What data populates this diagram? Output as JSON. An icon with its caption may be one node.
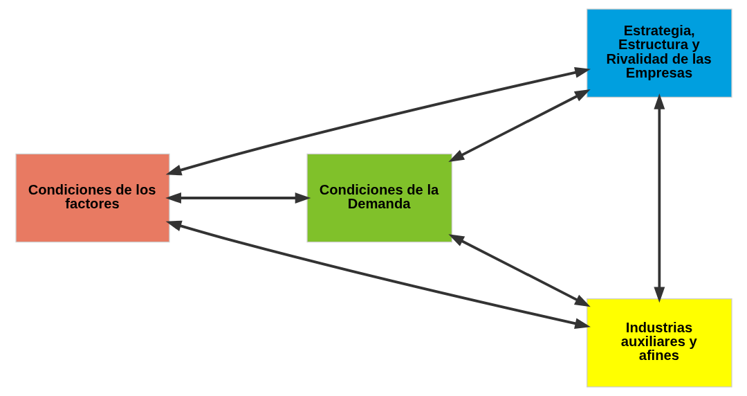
{
  "diagram": {
    "nodes": [
      {
        "text": [
          "Estrategia, Estructura y Rivalidad de las Empresas"
        ]
      },
      {
        "text": [
          "Condiciones de los factores"
        ]
      },
      {
        "text": [
          "Condiciones de la Demanda"
        ]
      },
      {
        "text": [
          "Industrias auxiliares y afines"
        ]
      }
    ],
    "edges": [
      {
        "from": 0,
        "to": 1,
        "arrow": "both"
      },
      {
        "from": 0,
        "to": 2,
        "arrow": "both"
      },
      {
        "from": 1,
        "to": 3,
        "arrow": "both"
      },
      {
        "from": 2,
        "to": 3,
        "arrow": "both"
      },
      {
        "from": 1,
        "to": 2,
        "arrow": "both"
      },
      {
        "from": 0,
        "to": 3,
        "arrow": "both"
      }
    ]
  }
}
